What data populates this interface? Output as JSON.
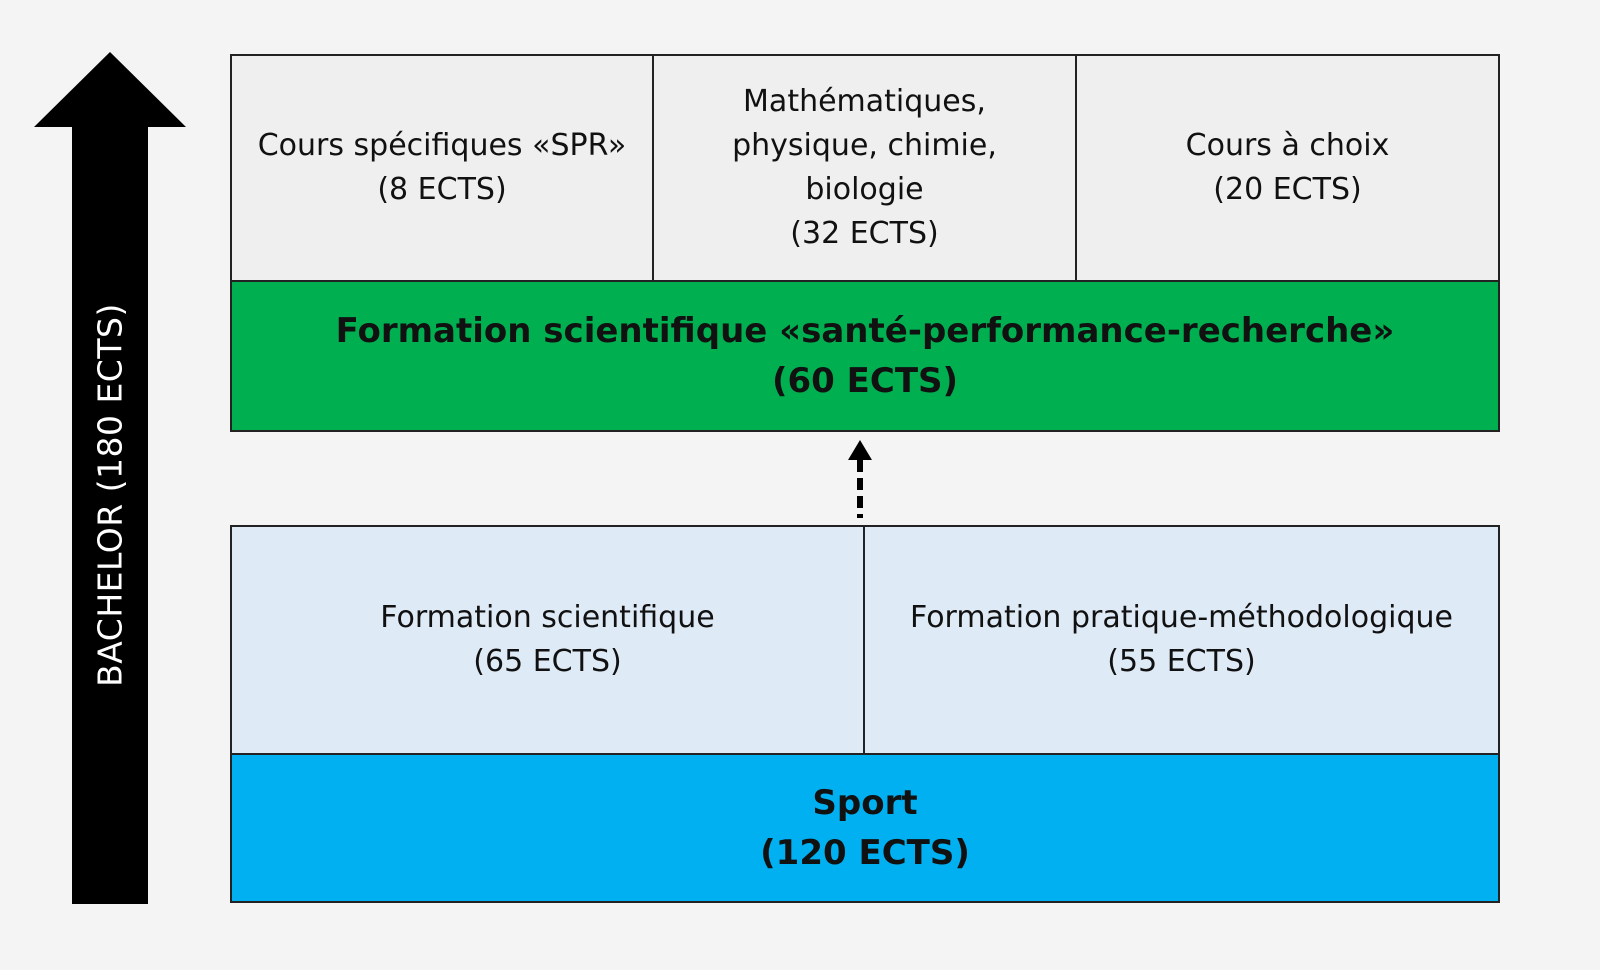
{
  "side_label": "BACHELOR (180 ECTS)",
  "top_row": [
    {
      "lines": [
        "Cours spécifiques «SPR»",
        "(8 ECTS)"
      ]
    },
    {
      "lines": [
        "Mathématiques,",
        "physique, chimie,",
        "biologie",
        "(32 ECTS)"
      ]
    },
    {
      "lines": [
        "Cours à choix",
        "(20 ECTS)"
      ]
    }
  ],
  "top_band": {
    "title": "Formation scientifique «santé-performance-recherche»",
    "credits": "(60 ECTS)"
  },
  "bottom_row": [
    {
      "lines": [
        "Formation scientifique",
        "(65 ECTS)"
      ]
    },
    {
      "lines": [
        "Formation pratique-méthodologique",
        "(55 ECTS)"
      ]
    }
  ],
  "bottom_band": {
    "title": "Sport",
    "credits": "(120 ECTS)"
  },
  "colors": {
    "background": "#f4f4f4",
    "top_cells": "#efefef",
    "top_band": "#00b050",
    "bottom_cells": "#deeaf6",
    "bottom_band": "#00b0f0",
    "arrow": "#000000"
  }
}
